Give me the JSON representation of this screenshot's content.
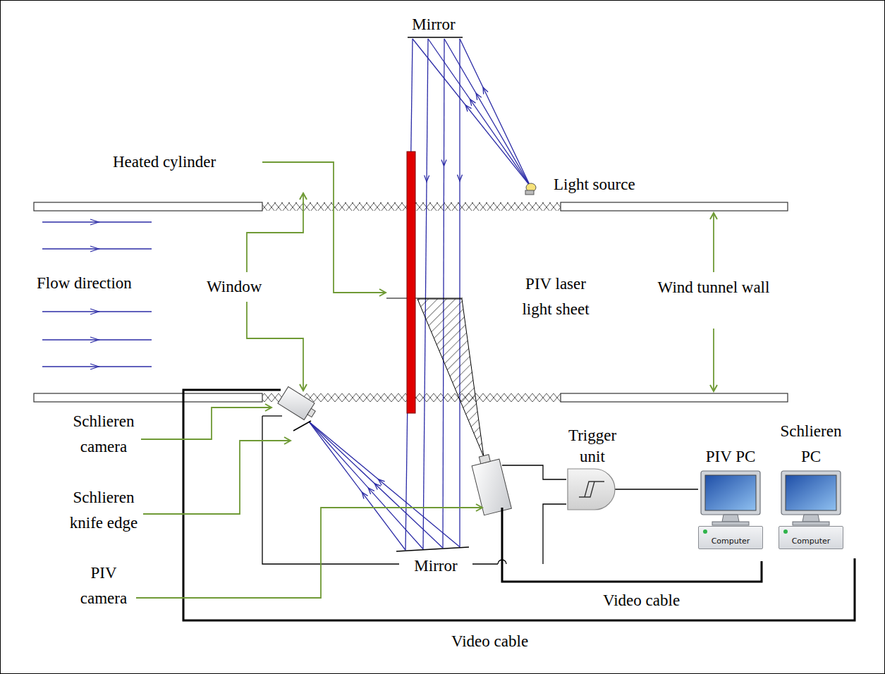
{
  "diagram": {
    "nodes": [
      {
        "text": [
          "Trigger unit"
        ]
      },
      {
        "text": [
          "PIV PC",
          "Computer"
        ]
      },
      {
        "text": [
          "Schlieren PC",
          "Computer"
        ]
      }
    ],
    "edges": [
      {
        "from": 0,
        "to": 1,
        "arrow": "none"
      }
    ],
    "labels": [
      "Mirror",
      "Heated cylinder",
      "Light source",
      "Flow direction",
      "Window",
      "PIV laser light sheet",
      "Wind tunnel wall",
      "Schlieren camera",
      "Schlieren knife edge",
      "PIV camera",
      "Mirror",
      "Video cable",
      "Video cable"
    ]
  }
}
